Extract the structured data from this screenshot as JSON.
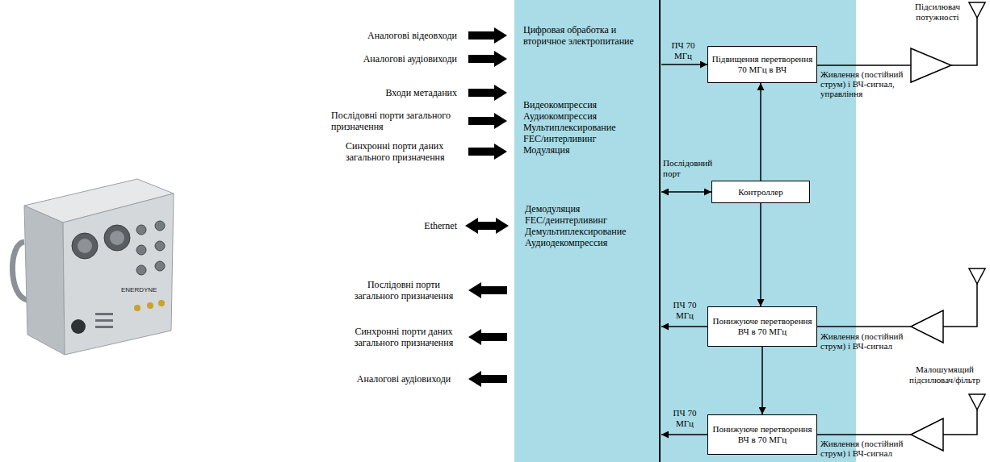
{
  "diagram": {
    "nodes": [
      {
        "text": [
          "Цифровая обработка и вторичное электропитание",
          "Видеокомпрессия",
          "Аудиокомпрессия",
          "Мультиплексирование",
          "FEC/интерливинг",
          "Модуляция",
          "Демодуляция",
          "FEC/деинтерливинг",
          "Демультиплексирование",
          "Аудиодекомпрессия"
        ]
      },
      {
        "text": [
          "Підвищення перетворення 70 МГц в ВЧ"
        ],
        "in": 0
      },
      {
        "text": [
          "Підсилювач потужності"
        ]
      },
      {
        "text": [
          "Контроллер"
        ],
        "in": 0
      },
      {
        "text": [
          "Понижуюче перетворення ВЧ в 70 МГц"
        ],
        "in": 0
      },
      {
        "text": [
          "Малошумящий підсилювач/фільтр"
        ]
      },
      {
        "text": [
          "Понижуюче перетворення ВЧ в 70 МГц"
        ],
        "in": 0
      }
    ],
    "edges": [
      {
        "from": 3,
        "to": 1,
        "arrow": "to"
      },
      {
        "from": 3,
        "to": 4,
        "arrow": "to"
      },
      {
        "from": 4,
        "to": 6,
        "arrow": "to"
      },
      {
        "from": 1,
        "to": 2,
        "label": "Живлення (постійний струм) і ВЧ-сигнал, управління",
        "arrow": "none"
      },
      {
        "from": 5,
        "to": 6,
        "label": "Живлення (постійний струм) і ВЧ-сигнал",
        "arrow": "none"
      }
    ],
    "labels": [
      "Аналогові відеовходи",
      "Аналогові аудіовиходи",
      "Входи метаданих",
      "Послідовні порти загального призначення",
      "Синхронні порти даних загального призначення",
      "Ethernet",
      "Послідовні порти загального призначення",
      "Синхронні порти даних загального призначення",
      "Аналогові аудіовиходи",
      "ПЧ 70 МГц",
      "Послідовний порт",
      "ПЧ 70 МГц",
      "ПЧ 70 МГц",
      "Живлення (постійний струм) і ВЧ-сигнал",
      "ENERDYNE"
    ]
  }
}
